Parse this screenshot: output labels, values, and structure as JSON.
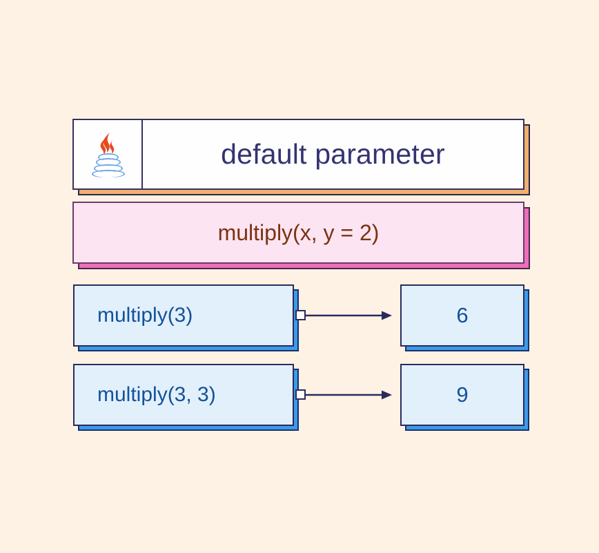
{
  "background_color": "#fdf2e3",
  "header": {
    "logo_icon": "java-logo-icon",
    "title": "default parameter",
    "title_color": "#333372",
    "box_fill": "#fefefe",
    "border_color": "#34315e",
    "shadow_color": "#f0b070"
  },
  "signature": {
    "text": "multiply(x, y = 2)",
    "text_color": "#7a3410",
    "box_fill": "#fce4f2",
    "border_color": "#6b3a6e",
    "shadow_color": "#ec6fb8"
  },
  "rows": [
    {
      "call": "multiply(3)",
      "result": "6",
      "connector_icon": "arrow-right-icon"
    },
    {
      "call": "multiply(3, 3)",
      "result": "9",
      "connector_icon": "arrow-right-icon"
    }
  ],
  "box_style": {
    "fill": "#e2f0fc",
    "text_color": "#14529a",
    "border_color": "#2b2a5e",
    "shadow_color": "#3d9ae8"
  },
  "connector_style": {
    "line_color": "#2b2a5e",
    "handle_fill": "#ffffff"
  }
}
